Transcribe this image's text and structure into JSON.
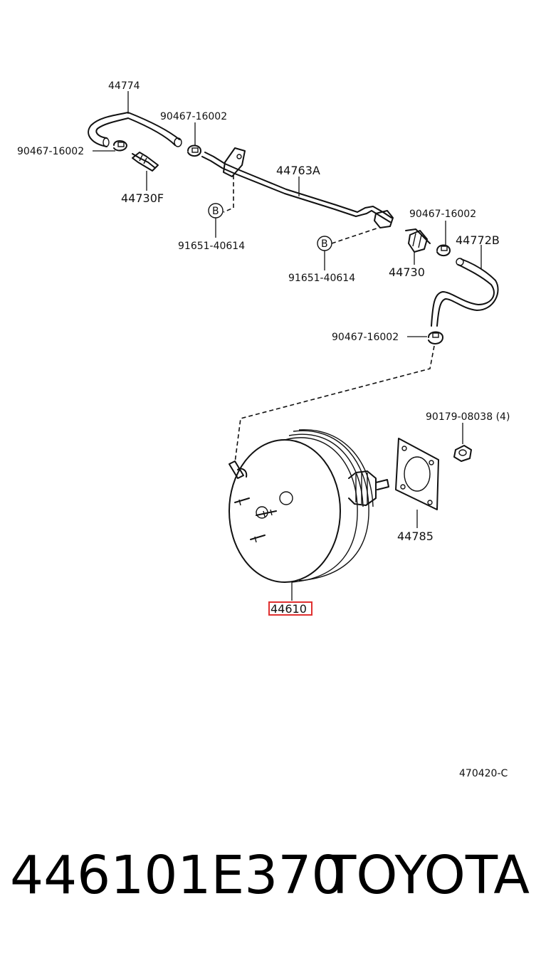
{
  "diagram": {
    "labels": {
      "l_44774": "44774",
      "l_90467_a": "90467-16002",
      "l_90467_b": "90467-16002",
      "l_44763A": "44763A",
      "l_44730F": "44730F",
      "l_91651_a": "91651-40614",
      "l_90467_c": "90467-16002",
      "l_44772B": "44772B",
      "l_91651_b": "91651-40614",
      "l_44730": "44730",
      "l_90467_d": "90467-16002",
      "l_90179": "90179-08038 (4)",
      "l_44785": "44785",
      "l_44610": "44610",
      "l_ref": "470420-C",
      "b_marker_1": "B",
      "b_marker_2": "B"
    },
    "highlight_color": "#e03030"
  },
  "footer": {
    "part_number": "446101E370",
    "brand": "TOYOTA"
  }
}
